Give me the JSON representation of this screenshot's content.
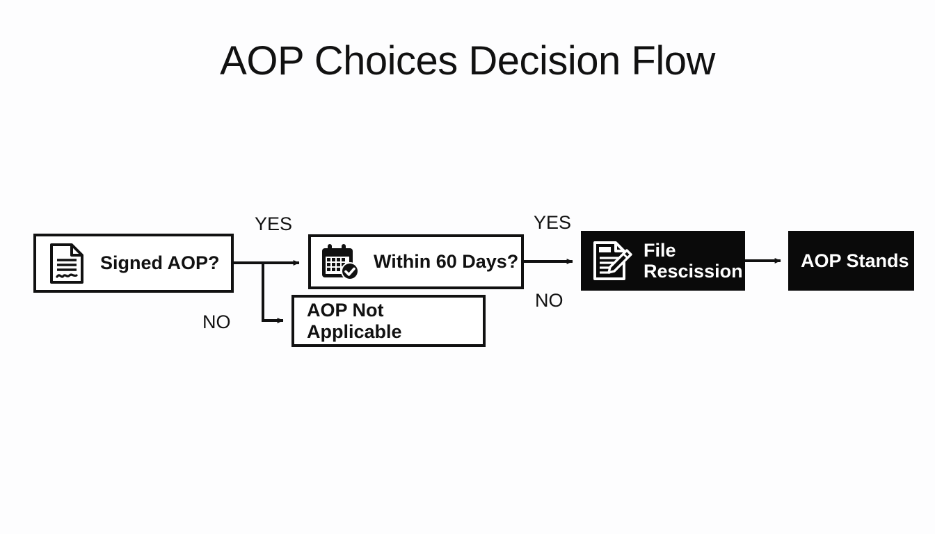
{
  "page": {
    "title": "AOP Choices Decision Flow",
    "background_color": "#fdfdfe",
    "ink_color": "#111111",
    "dark_fill_color": "#0a0a0a"
  },
  "diagram": {
    "type": "flowchart",
    "nodes": [
      {
        "id": "signed-aop",
        "label": "Signed AOP?",
        "style": "light",
        "icon": "signed-document-icon"
      },
      {
        "id": "within-60",
        "label": "Within 60 Days?",
        "style": "light",
        "icon": "calendar-check-icon"
      },
      {
        "id": "not-applicable",
        "label": "AOP Not Applicable",
        "style": "light",
        "icon": null
      },
      {
        "id": "file-rescission",
        "label": "File\nRescission",
        "style": "dark",
        "icon": "document-pencil-icon"
      },
      {
        "id": "aop-stands",
        "label": "AOP Stands",
        "style": "dark",
        "icon": null
      }
    ],
    "edge_labels": {
      "yes_1": "YES",
      "no_1": "NO",
      "yes_2": "YES",
      "no_2": "NO"
    },
    "edges": [
      {
        "from": "signed-aop",
        "to": "within-60",
        "label": "YES"
      },
      {
        "from": "signed-aop",
        "to": "not-applicable",
        "label": "NO"
      },
      {
        "from": "within-60",
        "to": "file-rescission",
        "label": "YES"
      },
      {
        "from": "within-60",
        "to": null,
        "label": "NO"
      },
      {
        "from": "file-rescission",
        "to": "aop-stands",
        "label": ""
      }
    ]
  }
}
